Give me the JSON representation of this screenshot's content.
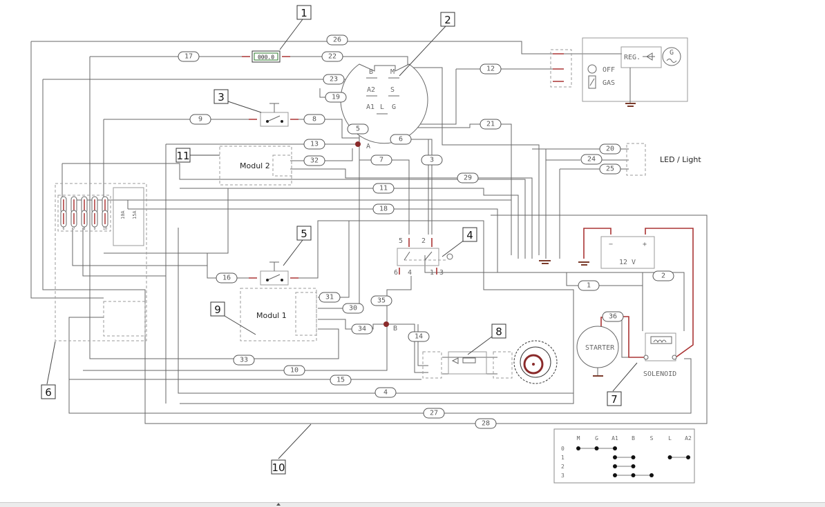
{
  "wires": [
    "26",
    "17",
    "22",
    "23",
    "12",
    "19",
    "9",
    "8",
    "5",
    "21",
    "6",
    "13",
    "20",
    "7",
    "3",
    "32",
    "24",
    "25",
    "29",
    "11",
    "18",
    "16",
    "1",
    "2",
    "31",
    "30",
    "35",
    "36",
    "34",
    "14",
    "33",
    "10",
    "15",
    "4",
    "27",
    "28"
  ],
  "callouts": [
    "1",
    "2",
    "3",
    "11",
    "5",
    "4",
    "9",
    "8",
    "6",
    "7",
    "10"
  ],
  "meter": {
    "display": "000.0"
  },
  "ignition": {
    "terminals": {
      "b": "B",
      "m": "M",
      "a2": "A2",
      "s": "S",
      "a1": "A1",
      "l": "L",
      "g": "G"
    }
  },
  "generator": {
    "regulator": "REG.",
    "generator": "G",
    "off": "OFF",
    "gas": "GAS"
  },
  "led_light": "LED / Light",
  "modul2": "Modul 2",
  "modul1": "Modul 1",
  "junctions": {
    "a": "A",
    "b": "B"
  },
  "battery": {
    "voltage": "12 V",
    "minus": "−",
    "plus": "+"
  },
  "starter": "STARTER",
  "solenoid": "SOLENOID",
  "fuse_block": {
    "fuse_numbers": [
      "1",
      "2",
      "3",
      "4",
      "5",
      "6",
      "7",
      "8",
      "9",
      "10"
    ],
    "main_fuses": [
      "10A",
      "15A"
    ]
  },
  "switch4": {
    "top": [
      "5",
      "2"
    ],
    "bottom": [
      "6",
      "4",
      "1",
      "3"
    ]
  },
  "key_table": {
    "columns": [
      "M",
      "G",
      "A1",
      "B",
      "S",
      "L",
      "A2"
    ],
    "rows": [
      {
        "position": "0",
        "connected": [
          [
            "M",
            "G",
            "A1"
          ]
        ]
      },
      {
        "position": "1",
        "connected": [
          [
            "A1",
            "B"
          ],
          [
            "L",
            "A2"
          ]
        ]
      },
      {
        "position": "2",
        "connected": [
          [
            "A1",
            "B"
          ]
        ]
      },
      {
        "position": "3",
        "connected": [
          [
            "A1",
            "B",
            "S"
          ]
        ]
      }
    ]
  },
  "colors": {
    "wire": "#666666",
    "power_wire": "#aa3333",
    "connector_pin": "#aa3333"
  }
}
